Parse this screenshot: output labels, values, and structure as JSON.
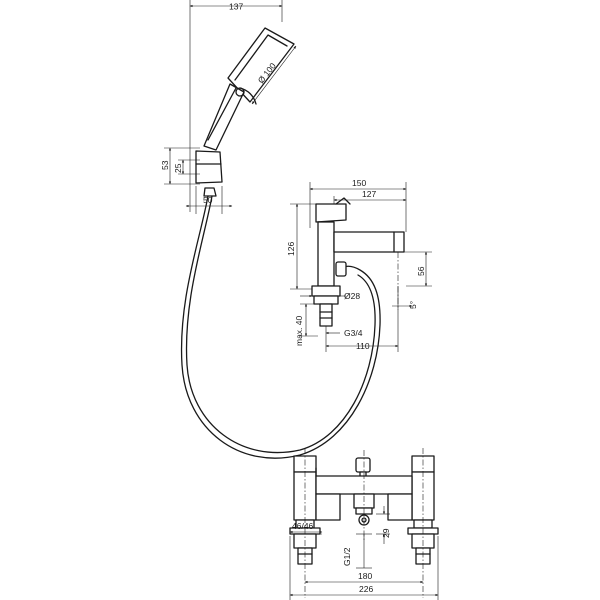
{
  "dimensions": {
    "handshower_width": "137",
    "handshower_head_dia": "Ø 100",
    "holder_height": "53",
    "holder_inner": "25",
    "holder_width": "50",
    "spout_length": "150",
    "spout_reach": "127",
    "body_height": "126",
    "spout_height": "56",
    "spout_angle": "5°",
    "pillar_dia": "Ø28",
    "max_deck": "max. 40",
    "connection_thread": "G3/4",
    "connection_length": "110",
    "outlet_width": "46/46",
    "outlet_height": "29",
    "inlet_thread": "G1/2",
    "centers": "180",
    "overall_width": "226"
  }
}
